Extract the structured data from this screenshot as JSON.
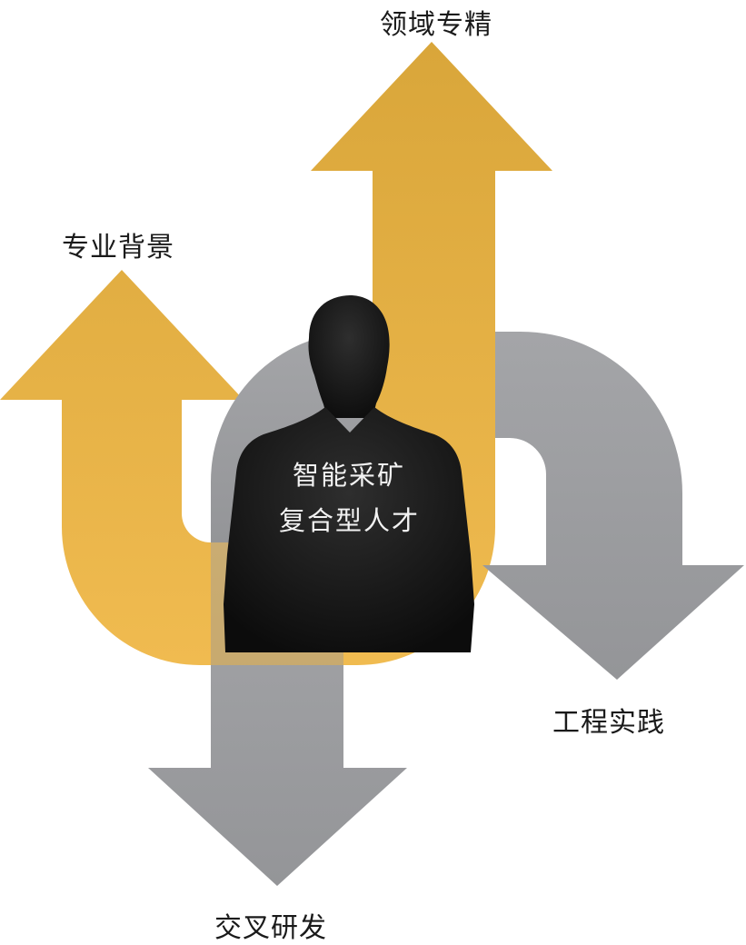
{
  "labels": {
    "top_center": "领域专精",
    "top_left": "专业背景",
    "bottom_right": "工程实践",
    "bottom_left": "交叉研发"
  },
  "center": {
    "line1": "智能采矿",
    "line2": "复合型人才"
  },
  "colors": {
    "gold_light": "#f0bd52",
    "gold_dark": "#e0a83a",
    "gray_light": "#b3b4b6",
    "gray_dark": "#8f9093",
    "silhouette": "#141414",
    "text": "#1a1a1a"
  }
}
